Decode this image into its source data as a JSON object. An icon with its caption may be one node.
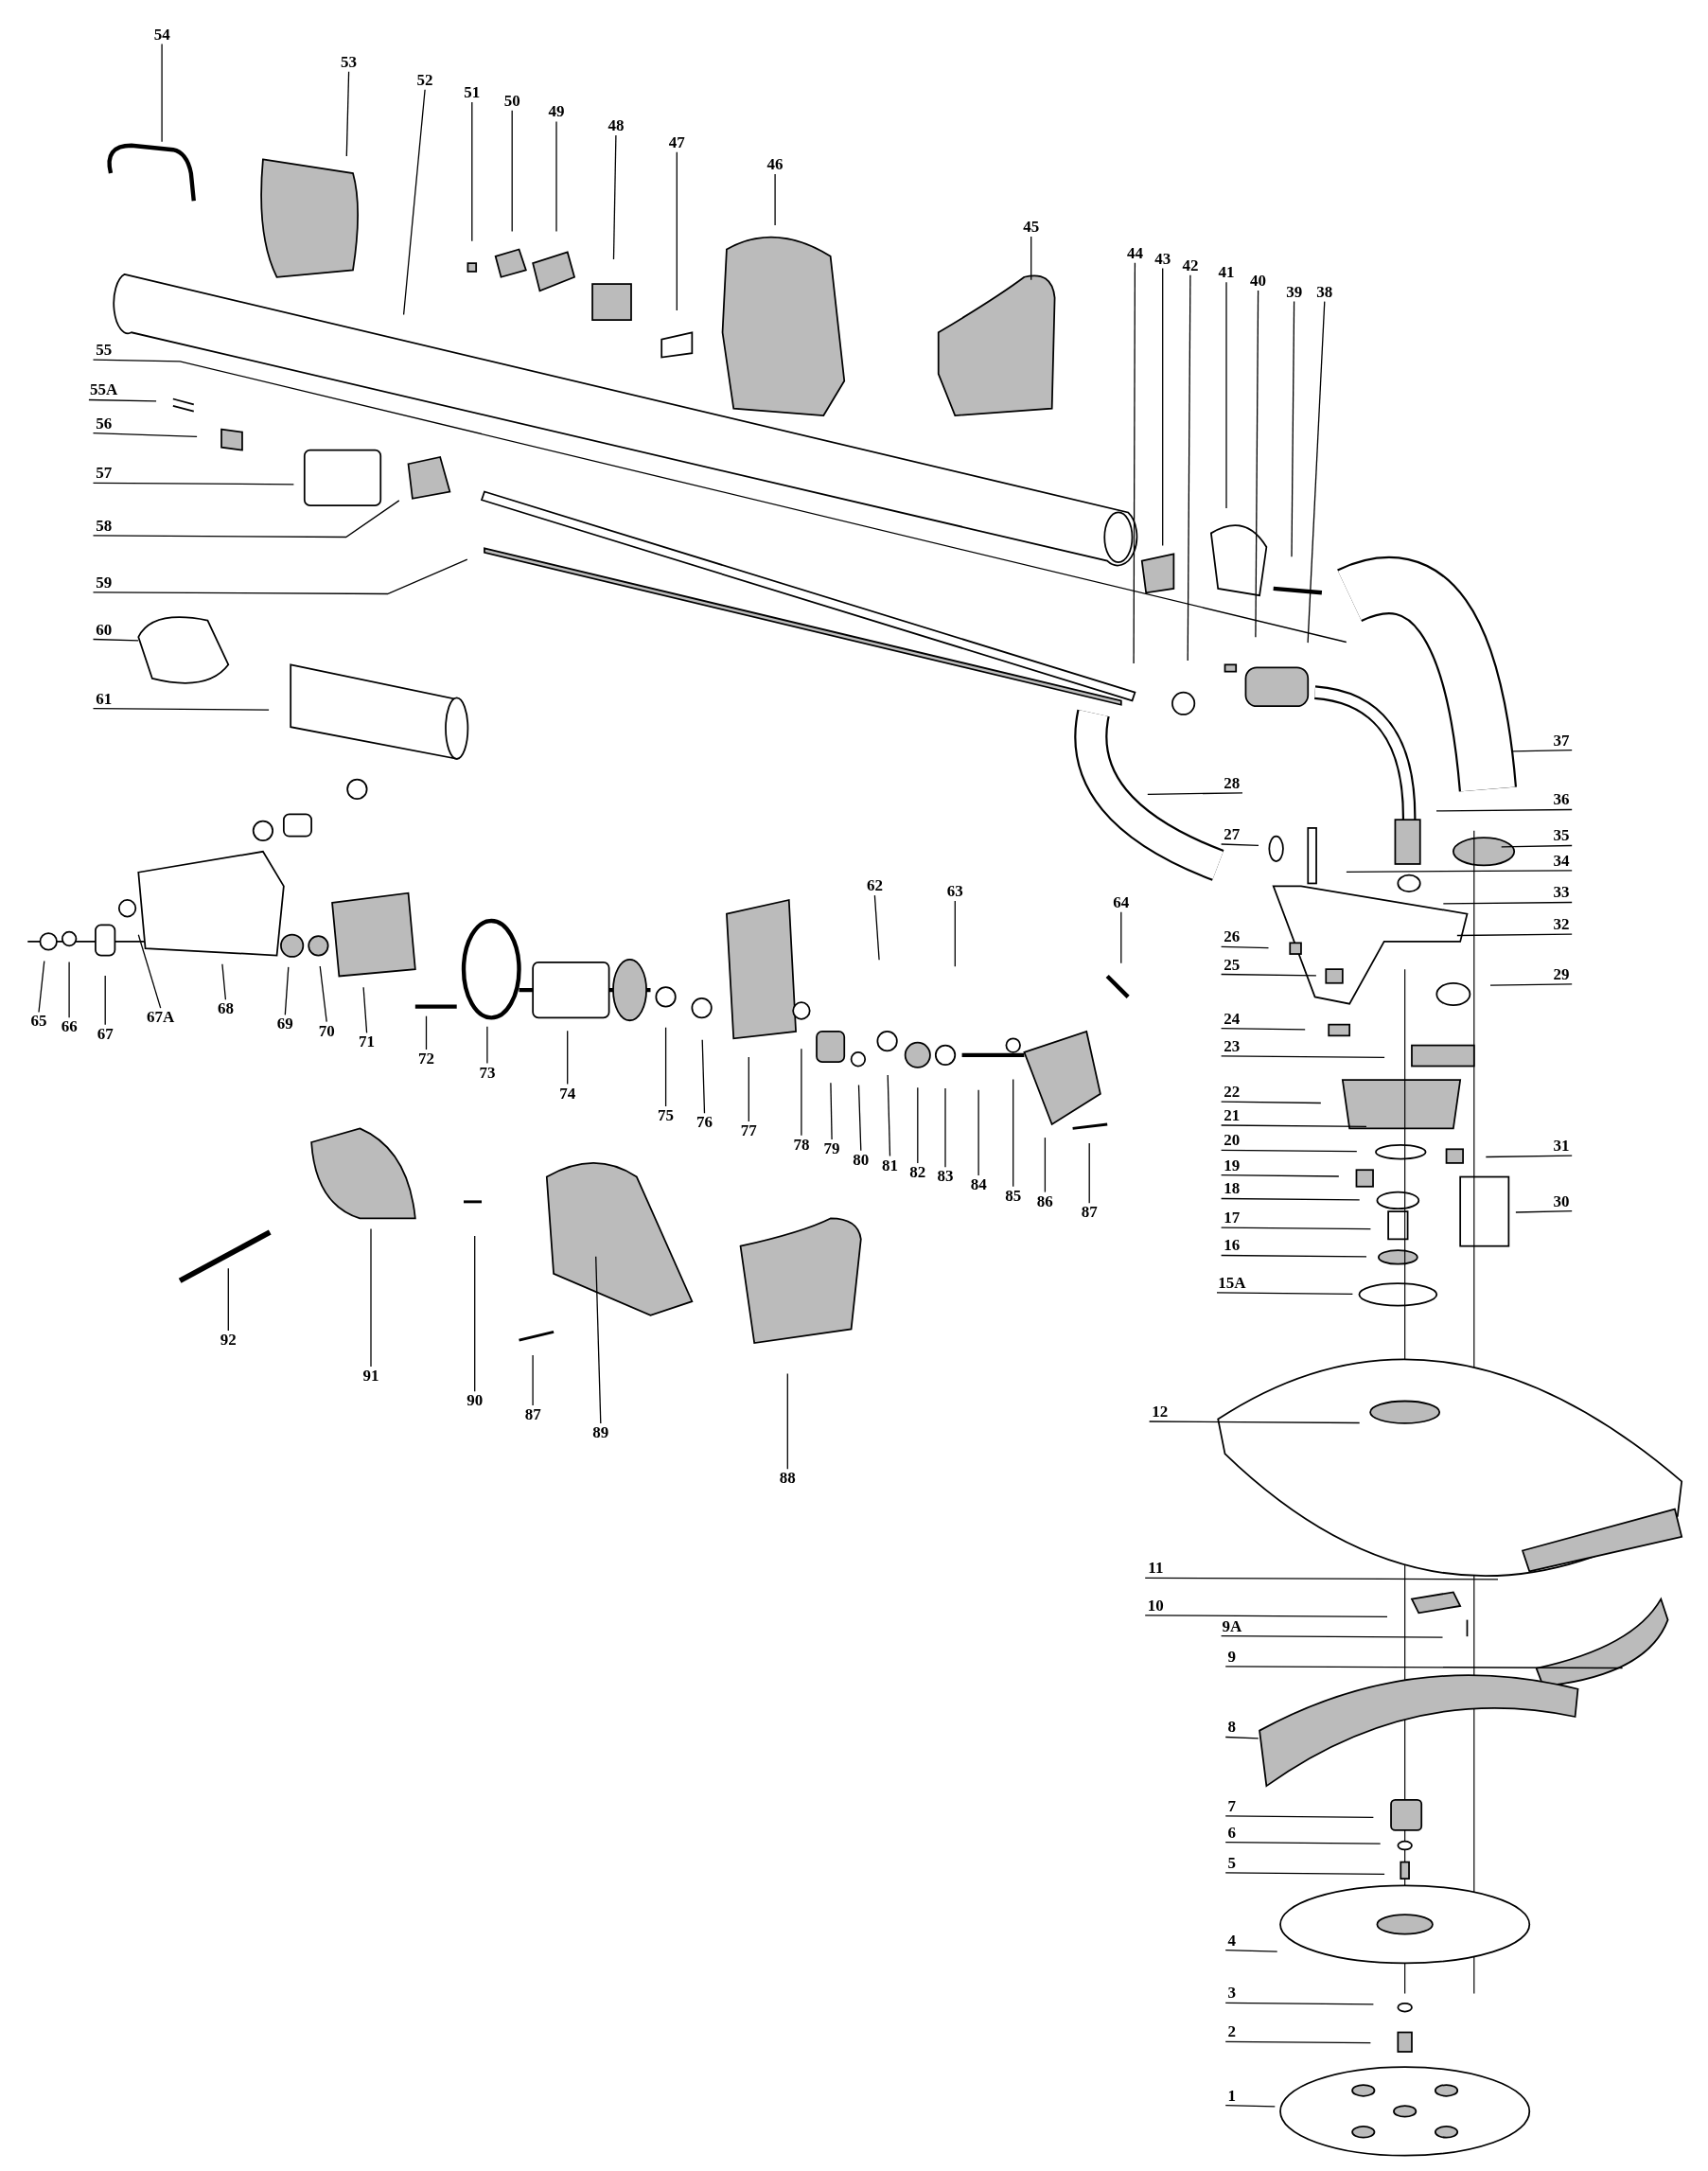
{
  "diagram": {
    "nodes": [
      {
        "text": [
          "54"
        ]
      },
      {
        "text": [
          "53"
        ]
      },
      {
        "text": [
          "52"
        ]
      },
      {
        "text": [
          "51"
        ]
      },
      {
        "text": [
          "50"
        ]
      },
      {
        "text": [
          "49"
        ]
      },
      {
        "text": [
          "48"
        ]
      },
      {
        "text": [
          "47"
        ]
      },
      {
        "text": [
          "46"
        ]
      },
      {
        "text": [
          "45"
        ]
      },
      {
        "text": [
          "44"
        ]
      },
      {
        "text": [
          "43"
        ]
      },
      {
        "text": [
          "42"
        ]
      },
      {
        "text": [
          "41"
        ]
      },
      {
        "text": [
          "40"
        ]
      },
      {
        "text": [
          "39"
        ]
      },
      {
        "text": [
          "38"
        ]
      },
      {
        "text": [
          "55"
        ]
      },
      {
        "text": [
          "55A"
        ]
      },
      {
        "text": [
          "56"
        ]
      },
      {
        "text": [
          "57"
        ]
      },
      {
        "text": [
          "58"
        ]
      },
      {
        "text": [
          "59"
        ]
      },
      {
        "text": [
          "60"
        ]
      },
      {
        "text": [
          "61"
        ]
      },
      {
        "text": [
          "28"
        ]
      },
      {
        "text": [
          "27"
        ]
      },
      {
        "text": [
          "37"
        ]
      },
      {
        "text": [
          "36"
        ]
      },
      {
        "text": [
          "35"
        ]
      },
      {
        "text": [
          "34"
        ]
      },
      {
        "text": [
          "33"
        ]
      },
      {
        "text": [
          "32"
        ]
      },
      {
        "text": [
          "29"
        ]
      },
      {
        "text": [
          "31"
        ]
      },
      {
        "text": [
          "30"
        ]
      },
      {
        "text": [
          "26"
        ]
      },
      {
        "text": [
          "25"
        ]
      },
      {
        "text": [
          "24"
        ]
      },
      {
        "text": [
          "23"
        ]
      },
      {
        "text": [
          "22"
        ]
      },
      {
        "text": [
          "21"
        ]
      },
      {
        "text": [
          "20"
        ]
      },
      {
        "text": [
          "19"
        ]
      },
      {
        "text": [
          "18"
        ]
      },
      {
        "text": [
          "17"
        ]
      },
      {
        "text": [
          "16"
        ]
      },
      {
        "text": [
          "15A"
        ]
      },
      {
        "text": [
          "12"
        ]
      },
      {
        "text": [
          "11"
        ]
      },
      {
        "text": [
          "10"
        ]
      },
      {
        "text": [
          "9A"
        ]
      },
      {
        "text": [
          "9"
        ]
      },
      {
        "text": [
          "8"
        ]
      },
      {
        "text": [
          "7"
        ]
      },
      {
        "text": [
          "6"
        ]
      },
      {
        "text": [
          "5"
        ]
      },
      {
        "text": [
          "4"
        ]
      },
      {
        "text": [
          "3"
        ]
      },
      {
        "text": [
          "2"
        ]
      },
      {
        "text": [
          "1"
        ]
      },
      {
        "text": [
          "65"
        ]
      },
      {
        "text": [
          "66"
        ]
      },
      {
        "text": [
          "67"
        ]
      },
      {
        "text": [
          "67A"
        ]
      },
      {
        "text": [
          "68"
        ]
      },
      {
        "text": [
          "69"
        ]
      },
      {
        "text": [
          "70"
        ]
      },
      {
        "text": [
          "71"
        ]
      },
      {
        "text": [
          "72"
        ]
      },
      {
        "text": [
          "73"
        ]
      },
      {
        "text": [
          "74"
        ]
      },
      {
        "text": [
          "75"
        ]
      },
      {
        "text": [
          "76"
        ]
      },
      {
        "text": [
          "77"
        ]
      },
      {
        "text": [
          "78"
        ]
      },
      {
        "text": [
          "79"
        ]
      },
      {
        "text": [
          "80"
        ]
      },
      {
        "text": [
          "81"
        ]
      },
      {
        "text": [
          "82"
        ]
      },
      {
        "text": [
          "83"
        ]
      },
      {
        "text": [
          "84"
        ]
      },
      {
        "text": [
          "85"
        ]
      },
      {
        "text": [
          "86"
        ]
      },
      {
        "text": [
          "87"
        ]
      },
      {
        "text": [
          "62"
        ]
      },
      {
        "text": [
          "63"
        ]
      },
      {
        "text": [
          "64"
        ]
      },
      {
        "text": [
          "92"
        ]
      },
      {
        "text": [
          "91"
        ]
      },
      {
        "text": [
          "90"
        ]
      },
      {
        "text": [
          "87"
        ]
      },
      {
        "text": [
          "89"
        ]
      },
      {
        "text": [
          "88"
        ]
      }
    ],
    "edges": [
      {
        "from": 0,
        "to": null,
        "arrow": "none"
      },
      {
        "from": 1,
        "to": null,
        "arrow": "none"
      },
      {
        "from": 2,
        "to": null,
        "arrow": "none"
      },
      {
        "from": 3,
        "to": null,
        "arrow": "none"
      },
      {
        "from": 4,
        "to": null,
        "arrow": "none"
      },
      {
        "from": 5,
        "to": null,
        "arrow": "none"
      },
      {
        "from": 6,
        "to": null,
        "arrow": "none"
      },
      {
        "from": 7,
        "to": null,
        "arrow": "none"
      },
      {
        "from": 8,
        "to": null,
        "arrow": "none"
      },
      {
        "from": 9,
        "to": null,
        "arrow": "none"
      },
      {
        "from": 10,
        "to": null,
        "arrow": "none"
      },
      {
        "from": 11,
        "to": null,
        "arrow": "none"
      },
      {
        "from": 12,
        "to": null,
        "arrow": "none"
      },
      {
        "from": 13,
        "to": null,
        "arrow": "none"
      },
      {
        "from": 14,
        "to": null,
        "arrow": "none"
      },
      {
        "from": 15,
        "to": null,
        "arrow": "none"
      },
      {
        "from": 16,
        "to": null,
        "arrow": "none"
      },
      {
        "from": 17,
        "to": null,
        "arrow": "none"
      },
      {
        "from": 18,
        "to": null,
        "arrow": "none"
      },
      {
        "from": 19,
        "to": null,
        "arrow": "none"
      },
      {
        "from": 20,
        "to": null,
        "arrow": "none"
      },
      {
        "from": 21,
        "to": null,
        "arrow": "none"
      },
      {
        "from": 22,
        "to": null,
        "arrow": "none"
      },
      {
        "from": 23,
        "to": null,
        "arrow": "none"
      },
      {
        "from": 24,
        "to": null,
        "arrow": "none"
      },
      {
        "from": 25,
        "to": null,
        "arrow": "none"
      },
      {
        "from": 26,
        "to": null,
        "arrow": "none"
      },
      {
        "from": 27,
        "to": null,
        "arrow": "none"
      },
      {
        "from": 28,
        "to": null,
        "arrow": "none"
      },
      {
        "from": 29,
        "to": null,
        "arrow": "none"
      },
      {
        "from": 30,
        "to": null,
        "arrow": "none"
      },
      {
        "from": 31,
        "to": null,
        "arrow": "none"
      },
      {
        "from": 32,
        "to": null,
        "arrow": "none"
      },
      {
        "from": 33,
        "to": null,
        "arrow": "none"
      },
      {
        "from": 34,
        "to": null,
        "arrow": "none"
      },
      {
        "from": 35,
        "to": null,
        "arrow": "none"
      },
      {
        "from": 36,
        "to": null,
        "arrow": "none"
      },
      {
        "from": 37,
        "to": null,
        "arrow": "none"
      },
      {
        "from": 38,
        "to": null,
        "arrow": "none"
      },
      {
        "from": 39,
        "to": null,
        "arrow": "none"
      },
      {
        "from": 40,
        "to": null,
        "arrow": "none"
      },
      {
        "from": 41,
        "to": null,
        "arrow": "none"
      },
      {
        "from": 42,
        "to": null,
        "arrow": "none"
      },
      {
        "from": 43,
        "to": null,
        "arrow": "none"
      },
      {
        "from": 44,
        "to": null,
        "arrow": "none"
      },
      {
        "from": 45,
        "to": null,
        "arrow": "none"
      },
      {
        "from": 46,
        "to": null,
        "arrow": "none"
      },
      {
        "from": 47,
        "to": null,
        "arrow": "none"
      },
      {
        "from": 48,
        "to": null,
        "arrow": "none"
      },
      {
        "from": 49,
        "to": null,
        "arrow": "none"
      },
      {
        "from": 50,
        "to": null,
        "arrow": "none"
      },
      {
        "from": 51,
        "to": null,
        "arrow": "none"
      },
      {
        "from": 52,
        "to": null,
        "arrow": "none"
      },
      {
        "from": 53,
        "to": null,
        "arrow": "none"
      },
      {
        "from": 54,
        "to": null,
        "arrow": "none"
      },
      {
        "from": 55,
        "to": null,
        "arrow": "none"
      },
      {
        "from": 56,
        "to": null,
        "arrow": "none"
      },
      {
        "from": 57,
        "to": null,
        "arrow": "none"
      },
      {
        "from": 58,
        "to": null,
        "arrow": "none"
      },
      {
        "from": 59,
        "to": null,
        "arrow": "none"
      },
      {
        "from": 60,
        "to": null,
        "arrow": "none"
      },
      {
        "from": 61,
        "to": null,
        "arrow": "none"
      },
      {
        "from": 62,
        "to": null,
        "arrow": "none"
      },
      {
        "from": 63,
        "to": null,
        "arrow": "none"
      },
      {
        "from": 64,
        "to": null,
        "arrow": "none"
      },
      {
        "from": 65,
        "to": null,
        "arrow": "none"
      },
      {
        "from": 66,
        "to": null,
        "arrow": "none"
      },
      {
        "from": 67,
        "to": null,
        "arrow": "none"
      },
      {
        "from": 68,
        "to": null,
        "arrow": "none"
      },
      {
        "from": 69,
        "to": null,
        "arrow": "none"
      },
      {
        "from": 70,
        "to": null,
        "arrow": "none"
      },
      {
        "from": 71,
        "to": null,
        "arrow": "none"
      },
      {
        "from": 72,
        "to": null,
        "arrow": "none"
      },
      {
        "from": 73,
        "to": null,
        "arrow": "none"
      },
      {
        "from": 74,
        "to": null,
        "arrow": "none"
      },
      {
        "from": 75,
        "to": null,
        "arrow": "none"
      },
      {
        "from": 76,
        "to": null,
        "arrow": "none"
      },
      {
        "from": 77,
        "to": null,
        "arrow": "none"
      },
      {
        "from": 78,
        "to": null,
        "arrow": "none"
      },
      {
        "from": 79,
        "to": null,
        "arrow": "none"
      },
      {
        "from": 80,
        "to": null,
        "arrow": "none"
      },
      {
        "from": 81,
        "to": null,
        "arrow": "none"
      },
      {
        "from": 82,
        "to": null,
        "arrow": "none"
      },
      {
        "from": 83,
        "to": null,
        "arrow": "none"
      },
      {
        "from": 84,
        "to": null,
        "arrow": "none"
      },
      {
        "from": 85,
        "to": null,
        "arrow": "none"
      },
      {
        "from": 86,
        "to": null,
        "arrow": "none"
      },
      {
        "from": 87,
        "to": null,
        "arrow": "none"
      },
      {
        "from": 88,
        "to": null,
        "arrow": "none"
      },
      {
        "from": 89,
        "to": null,
        "arrow": "none"
      },
      {
        "from": 90,
        "to": null,
        "arrow": "none"
      },
      {
        "from": 91,
        "to": null,
        "arrow": "none"
      },
      {
        "from": 92,
        "to": null,
        "arrow": "none"
      },
      {
        "from": 93,
        "to": null,
        "arrow": "none"
      }
    ]
  }
}
